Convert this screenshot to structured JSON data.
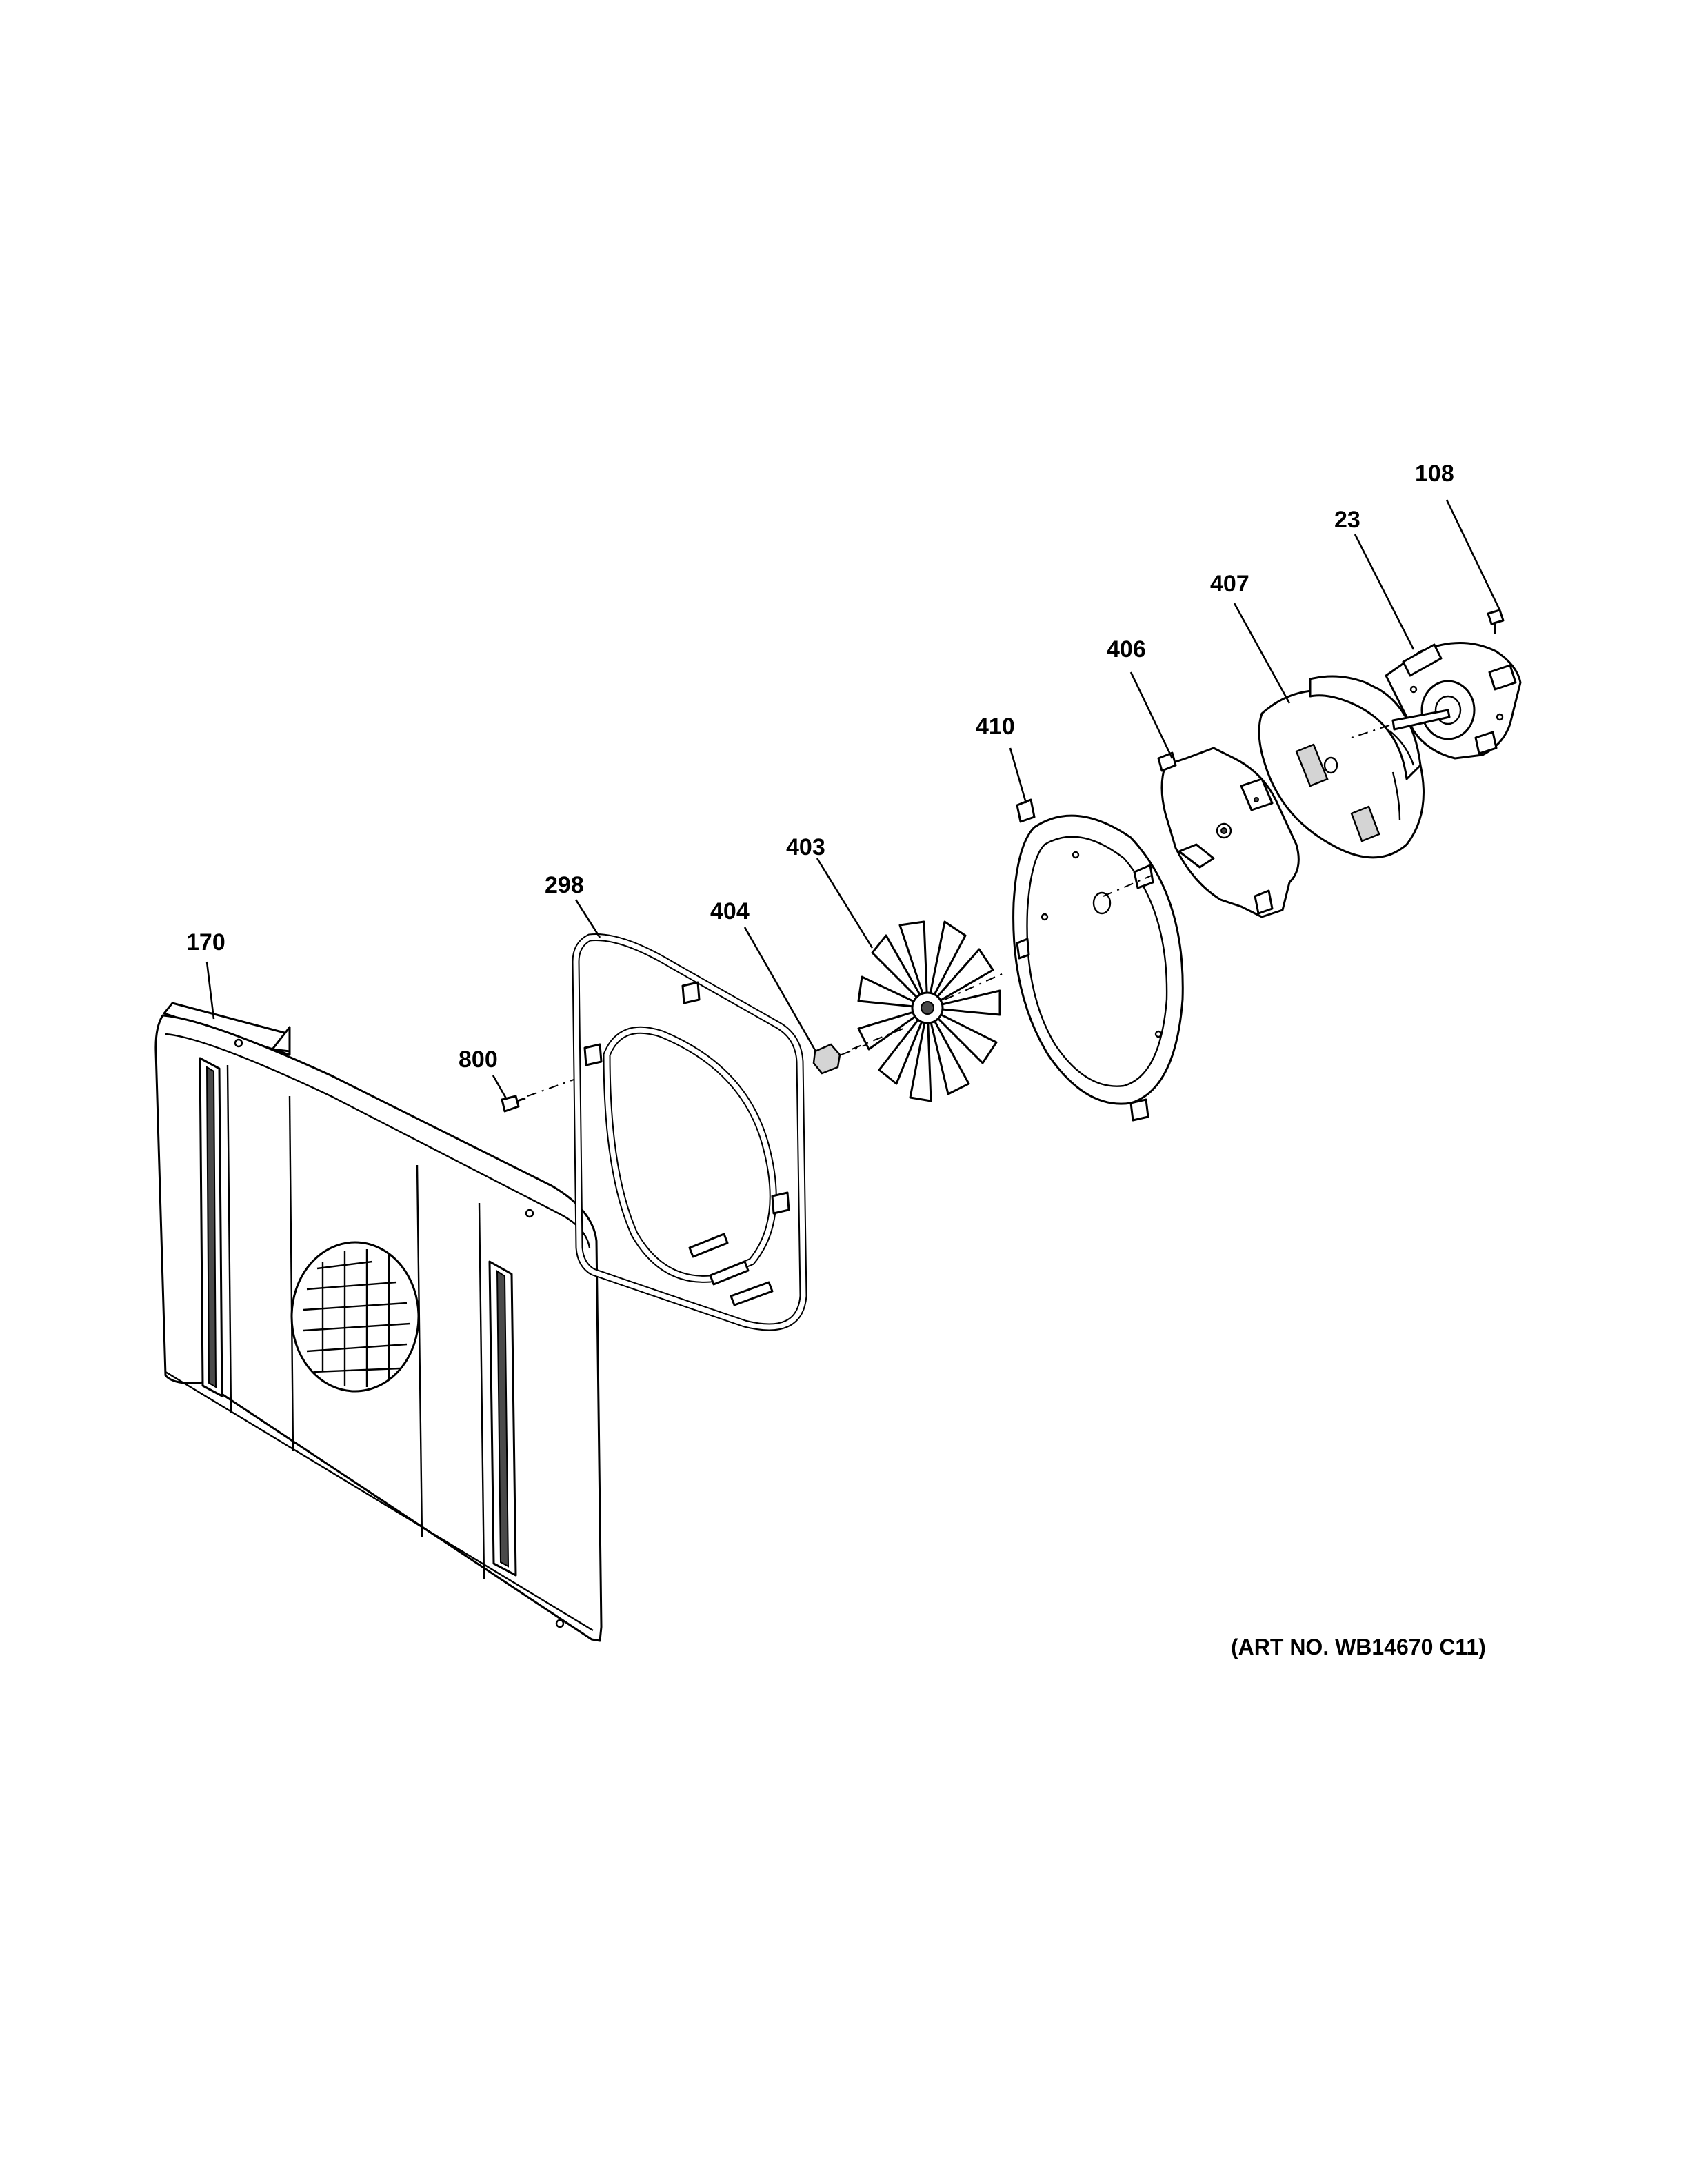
{
  "callouts": {
    "p108": "108",
    "p23": "23",
    "p407": "407",
    "p406": "406",
    "p410": "410",
    "p403": "403",
    "p298": "298",
    "p404": "404",
    "p170": "170",
    "p800": "800"
  },
  "art_number": "(ART NO. WB14670 C11)"
}
